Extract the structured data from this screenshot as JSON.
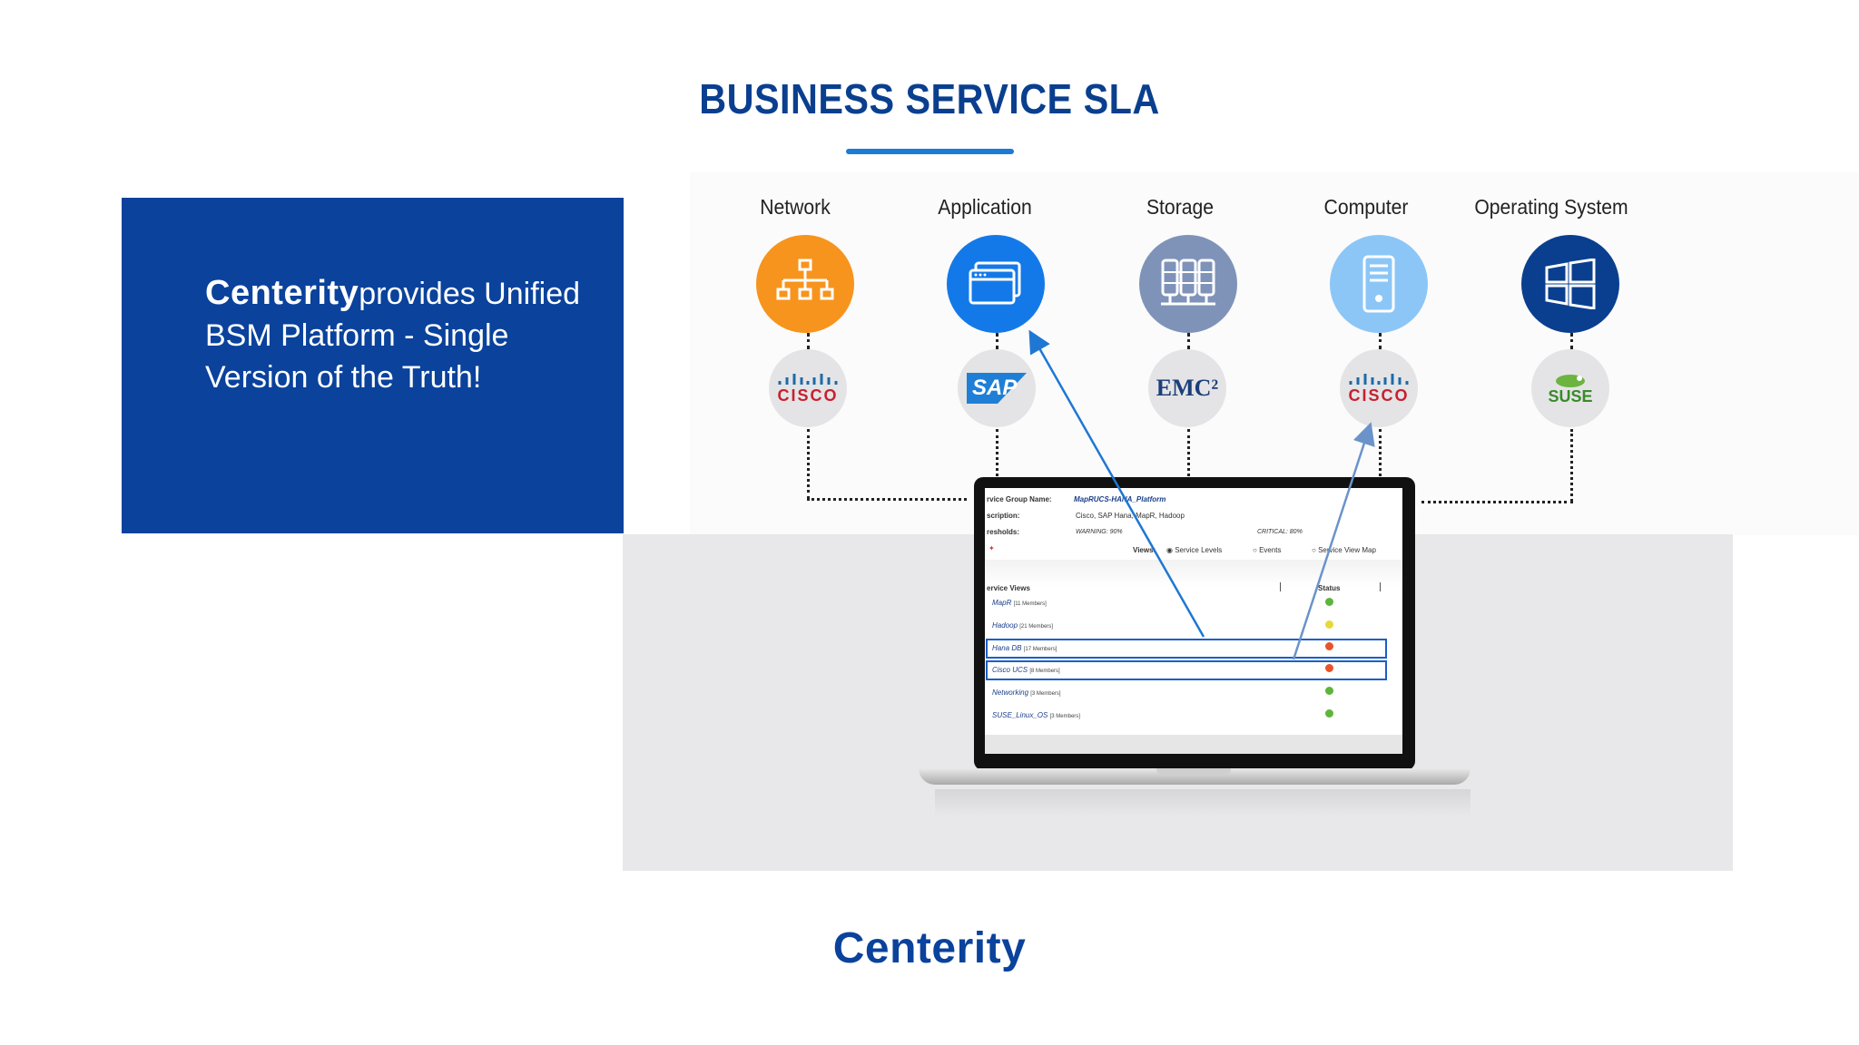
{
  "title": "BUSINESS SERVICE SLA",
  "brand": "Centerity",
  "tagline": {
    "brand": "Centerity",
    "line1_rest": "provides Unified",
    "line2": "BSM Platform - Single",
    "line3": "Version of the Truth!"
  },
  "categories": [
    {
      "label": "Network",
      "icon": "network-hierarchy-icon",
      "color": "#f7941d",
      "vendor": "CISCO",
      "vendor_icon": "cisco-logo"
    },
    {
      "label": "Application",
      "icon": "application-window-icon",
      "color": "#1479e8",
      "vendor": "SAP",
      "vendor_icon": "sap-logo"
    },
    {
      "label": "Storage",
      "icon": "storage-server-icon",
      "color": "#7f93b8",
      "vendor": "EMC²",
      "vendor_icon": "emc-logo"
    },
    {
      "label": "Computer",
      "icon": "computer-tower-icon",
      "color": "#8cc6f7",
      "vendor": "CISCO",
      "vendor_icon": "cisco-logo"
    },
    {
      "label": "Operating System",
      "icon": "windows-icon",
      "color": "#0a3f8f",
      "vendor": "SUSE",
      "vendor_icon": "suse-logo"
    }
  ],
  "screen": {
    "service_group_label": "rvice Group Name:",
    "service_group_value": "MapRUCS-HANA_Platform",
    "description_label": "scription:",
    "description_value": "Cisco, SAP Hana, MapR, Hadoop",
    "thresholds_label": "resholds:",
    "warning": "WARNING: 90%",
    "critical": "CRITICAL: 80%",
    "views_label": "Views:",
    "view_options": [
      "Service Levels",
      "Events",
      "Service View Map"
    ],
    "col_views": "ervice Views",
    "col_status": "Status",
    "rows": [
      {
        "name": "MapR",
        "members": "[11 Members]",
        "status": "green"
      },
      {
        "name": "Hadoop",
        "members": "[21 Members]",
        "status": "yellow"
      },
      {
        "name": "Hana DB",
        "members": "[17 Members]",
        "status": "red"
      },
      {
        "name": "Cisco UCS",
        "members": "[8 Members]",
        "status": "red"
      },
      {
        "name": "Networking",
        "members": "[3 Members]",
        "status": "green"
      },
      {
        "name": "SUSE_Linux_OS",
        "members": "[3 Members]",
        "status": "green"
      }
    ]
  },
  "status_colors": {
    "green": "#5db53a",
    "yellow": "#e8d83a",
    "red": "#e8532a"
  }
}
